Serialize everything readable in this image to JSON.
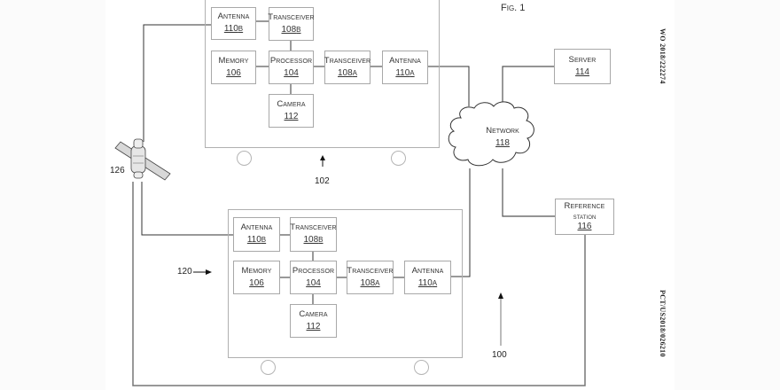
{
  "figure": {
    "title": "Fig. 1",
    "publication_number": "WO 2018/222274",
    "application_number": "PCT/US2018/026210"
  },
  "references": {
    "system": "100",
    "vehicle_top": "102",
    "vehicle_bottom": "120",
    "satellite": "126"
  },
  "vehicle_top": {
    "antenna_b": {
      "label": "Antenna",
      "num": "110",
      "suffix": "B"
    },
    "transceiver_b": {
      "label": "Transceiver",
      "num": "108",
      "suffix": "B"
    },
    "memory": {
      "label": "Memory",
      "num": "106",
      "suffix": ""
    },
    "processor": {
      "label": "Processor",
      "num": "104",
      "suffix": ""
    },
    "transceiver_a": {
      "label": "Transceiver",
      "num": "108",
      "suffix": "A"
    },
    "antenna_a": {
      "label": "Antenna",
      "num": "110",
      "suffix": "A"
    },
    "camera": {
      "label": "Camera",
      "num": "112",
      "suffix": ""
    }
  },
  "vehicle_bottom": {
    "antenna_b": {
      "label": "Antenna",
      "num": "110",
      "suffix": "B"
    },
    "transceiver_b": {
      "label": "Transceiver",
      "num": "108",
      "suffix": "B"
    },
    "memory": {
      "label": "Memory",
      "num": "106",
      "suffix": ""
    },
    "processor": {
      "label": "Processor",
      "num": "104",
      "suffix": ""
    },
    "transceiver_a": {
      "label": "Transceiver",
      "num": "108",
      "suffix": "A"
    },
    "antenna_a": {
      "label": "Antenna",
      "num": "110",
      "suffix": "A"
    },
    "camera": {
      "label": "Camera",
      "num": "112",
      "suffix": ""
    }
  },
  "server": {
    "label": "Server",
    "num": "114"
  },
  "network": {
    "label": "Network",
    "num": "118"
  },
  "reference_station": {
    "label_line1": "Reference",
    "label_line2": "station",
    "num": "116"
  }
}
